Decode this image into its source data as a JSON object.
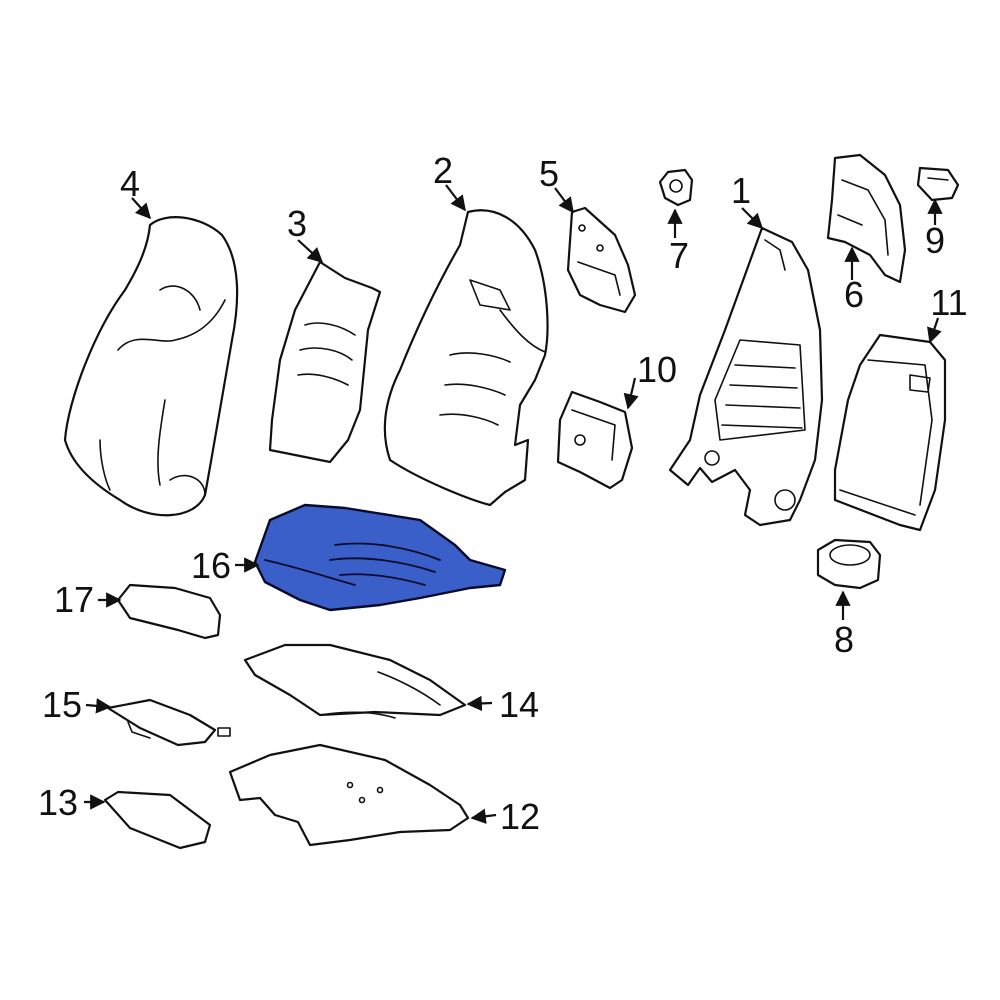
{
  "diagram": {
    "highlight_color": "#3a5fc8",
    "callouts": [
      {
        "id": "1",
        "label": "1"
      },
      {
        "id": "2",
        "label": "2"
      },
      {
        "id": "3",
        "label": "3"
      },
      {
        "id": "4",
        "label": "4"
      },
      {
        "id": "5",
        "label": "5"
      },
      {
        "id": "6",
        "label": "6"
      },
      {
        "id": "7",
        "label": "7"
      },
      {
        "id": "8",
        "label": "8"
      },
      {
        "id": "9",
        "label": "9"
      },
      {
        "id": "10",
        "label": "10"
      },
      {
        "id": "11",
        "label": "11"
      },
      {
        "id": "12",
        "label": "12"
      },
      {
        "id": "13",
        "label": "13"
      },
      {
        "id": "14",
        "label": "14"
      },
      {
        "id": "15",
        "label": "15"
      },
      {
        "id": "16",
        "label": "16"
      },
      {
        "id": "17",
        "label": "17"
      }
    ]
  }
}
